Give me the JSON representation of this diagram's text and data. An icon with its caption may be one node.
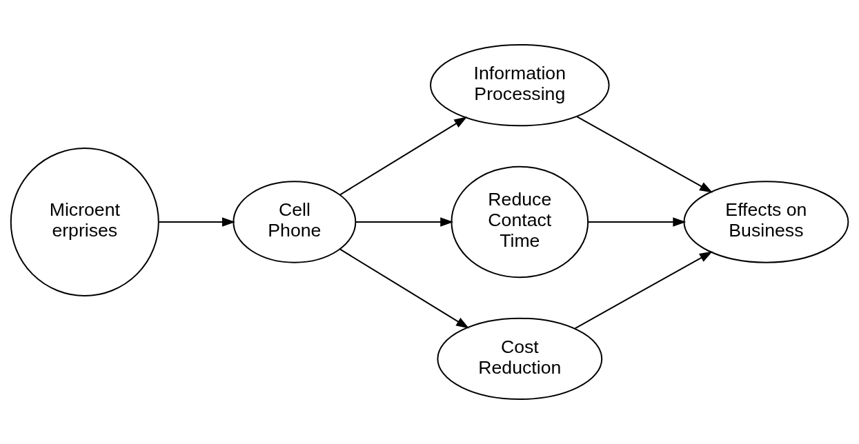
{
  "diagram": {
    "nodes": [
      {
        "text": [
          "Microent erprises"
        ]
      },
      {
        "text": [
          "Cell Phone"
        ]
      },
      {
        "text": [
          "Information Processing"
        ]
      },
      {
        "text": [
          "Reduce Contact Time"
        ]
      },
      {
        "text": [
          "Cost Reduction"
        ]
      },
      {
        "text": [
          "Effects on Business"
        ]
      }
    ],
    "edges": [
      {
        "from": 0,
        "to": 1,
        "arrow": "to"
      },
      {
        "from": 1,
        "to": 2,
        "arrow": "to"
      },
      {
        "from": 1,
        "to": 3,
        "arrow": "to"
      },
      {
        "from": 1,
        "to": 4,
        "arrow": "to"
      },
      {
        "from": 2,
        "to": 5,
        "arrow": "to"
      },
      {
        "from": 3,
        "to": 5,
        "arrow": "to"
      },
      {
        "from": 4,
        "to": 5,
        "arrow": "to"
      }
    ]
  }
}
